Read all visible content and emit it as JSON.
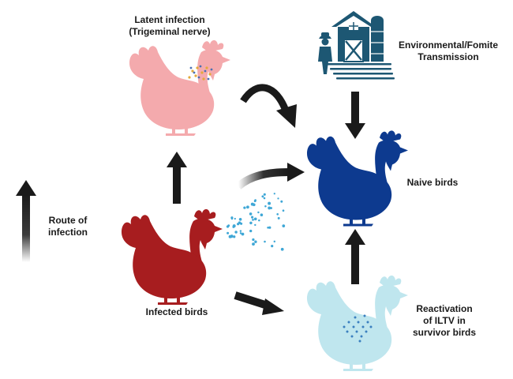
{
  "labels": {
    "latent_line1": "Latent infection",
    "latent_line2": "(Trigeminal nerve)",
    "env_line1": "Environmental/Fomite",
    "env_line2": "Transmission",
    "naive": "Naive birds",
    "route_line1": "Route of",
    "route_line2": "infection",
    "infected": "Infected birds",
    "react_line1": "Reactivation",
    "react_line2": "of ILTV in",
    "react_line3": "survivor birds"
  },
  "colors": {
    "latent_bird": "#f4aaad",
    "naive_bird": "#0d3a8f",
    "infected_bird": "#a71d1f",
    "survivor_bird": "#bfe6ee",
    "barn": "#1d5773",
    "droplet": "#3fa7d6",
    "arrow": "#1a1a1a"
  },
  "icons": [
    "chicken-icon",
    "barn-icon",
    "farmer-icon",
    "silo-icon",
    "arrow-icon"
  ]
}
